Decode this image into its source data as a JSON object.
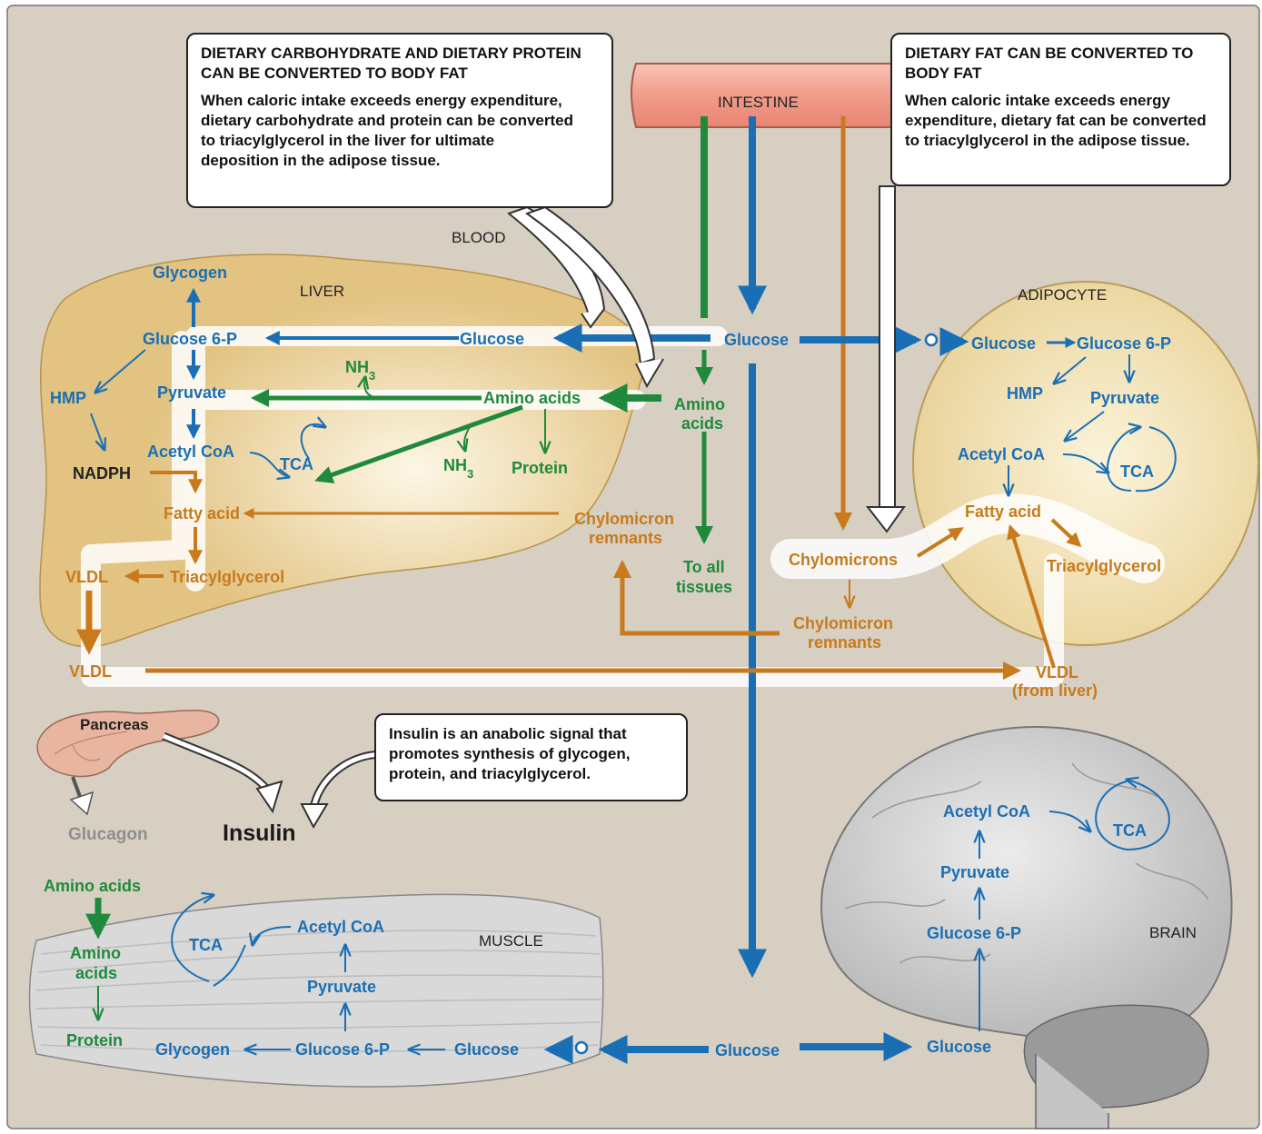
{
  "colors": {
    "background": "#d8cfc3",
    "liver": "#e2c382",
    "blue": "#1a6fb4",
    "green": "#1f8a3c",
    "orange": "#c87a1c",
    "intestine": "#f3a99a",
    "brain": "#c8c8c8",
    "muscle": "#d5d5d5"
  },
  "callouts": {
    "carb": {
      "title": "DIETARY CARBOHYDRATE AND DIETARY PROTEIN CAN BE CONVERTED TO BODY FAT",
      "body": "When caloric intake exceeds energy expenditure, dietary carbohydrate and protein can be converted to triacylglycerol in the liver for ultimate deposition in the adipose tissue."
    },
    "fat": {
      "title": "DIETARY FAT CAN BE CONVERTED TO BODY FAT",
      "body": "When caloric intake exceeds energy expenditure, dietary fat can be converted to triacylglycerol  in the adipose tissue."
    },
    "insulin": {
      "body": "Insulin is an anabolic signal that promotes synthesis of glycogen, protein, and triacylglycerol."
    }
  },
  "regions": {
    "intestine": "INTESTINE",
    "blood": "BLOOD",
    "liver": "LIVER",
    "adipocyte": "ADIPOCYTE",
    "muscle": "MUSCLE",
    "brain": "BRAIN"
  },
  "liver": {
    "glycogen": "Glycogen",
    "glucose6p": "Glucose 6-P",
    "glucose": "Glucose",
    "hmp": "HMP",
    "pyruvate": "Pyruvate",
    "nh3_a": "NH3",
    "nh3_b": "NH3",
    "amino_acids": "Amino acids",
    "acetyl_coa": "Acetyl CoA",
    "tca": "TCA",
    "protein": "Protein",
    "nadph": "NADPH",
    "fatty_acid": "Fatty acid",
    "chylo_remnants_1": "Chylomicron",
    "chylo_remnants_2": "remnants",
    "vldl": "VLDL",
    "tag": "Triacylglycerol"
  },
  "blood": {
    "glucose": "Glucose",
    "amino_1": "Amino",
    "amino_2": "acids",
    "to_all_1": "To all",
    "to_all_2": "tissues",
    "vldl": "VLDL",
    "chylomicrons": "Chylomicrons",
    "chylo_rem_1": "Chylomicron",
    "chylo_rem_2": "remnants",
    "vldl_liver_1": "VLDL",
    "vldl_liver_2": "(from liver)",
    "glucose_bottom": "Glucose"
  },
  "adipocyte": {
    "glucose": "Glucose",
    "glucose6p": "Glucose 6-P",
    "hmp": "HMP",
    "pyruvate": "Pyruvate",
    "acetyl_coa": "Acetyl CoA",
    "tca": "TCA",
    "fatty_acid": "Fatty acid",
    "tag": "Triacylglycerol"
  },
  "pancreas": {
    "label": "Pancreas",
    "glucagon": "Glucagon",
    "insulin": "Insulin"
  },
  "muscle": {
    "amino_in": "Amino acids",
    "amino_1": "Amino",
    "amino_2": "acids",
    "protein": "Protein",
    "tca": "TCA",
    "acetyl_coa": "Acetyl CoA",
    "pyruvate": "Pyruvate",
    "glycogen": "Glycogen",
    "glucose6p": "Glucose 6-P",
    "glucose": "Glucose"
  },
  "brain": {
    "acetyl_coa": "Acetyl CoA",
    "tca": "TCA",
    "pyruvate": "Pyruvate",
    "glucose6p": "Glucose 6-P",
    "glucose": "Glucose"
  }
}
